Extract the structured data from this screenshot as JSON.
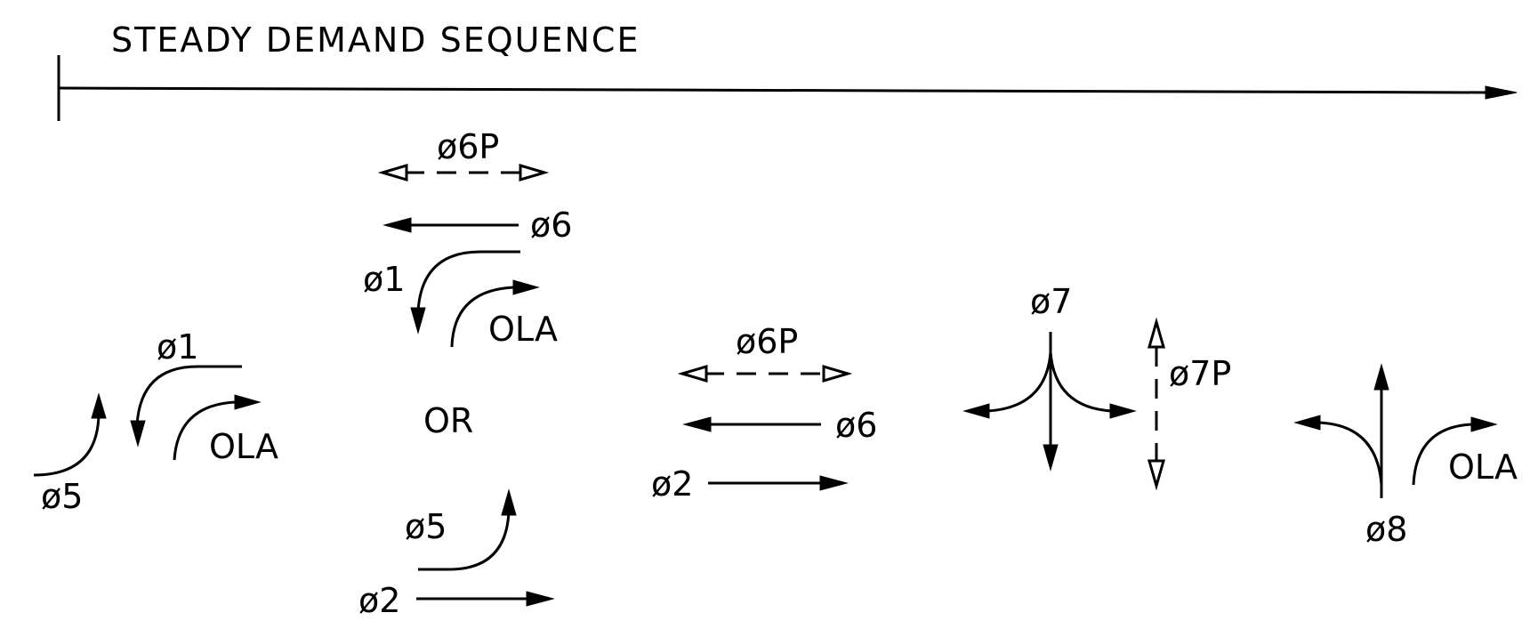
{
  "title": "STEADY DEMAND SEQUENCE",
  "labels": {
    "g1_phi1": "ø1",
    "g1_phi5": "ø5",
    "g1_ola": "OLA",
    "g2_phi6p": "ø6P",
    "g2_phi6": "ø6",
    "g2_phi1": "ø1",
    "g2_ola": "OLA",
    "g2_or": "OR",
    "g2_phi5": "ø5",
    "g2_phi2": "ø2",
    "g3_phi6p": "ø6P",
    "g3_phi6": "ø6",
    "g3_phi2": "ø2",
    "g4_phi7": "ø7",
    "g4_phi7p": "ø7P",
    "g5_phi8": "ø8",
    "g5_ola": "OLA"
  }
}
